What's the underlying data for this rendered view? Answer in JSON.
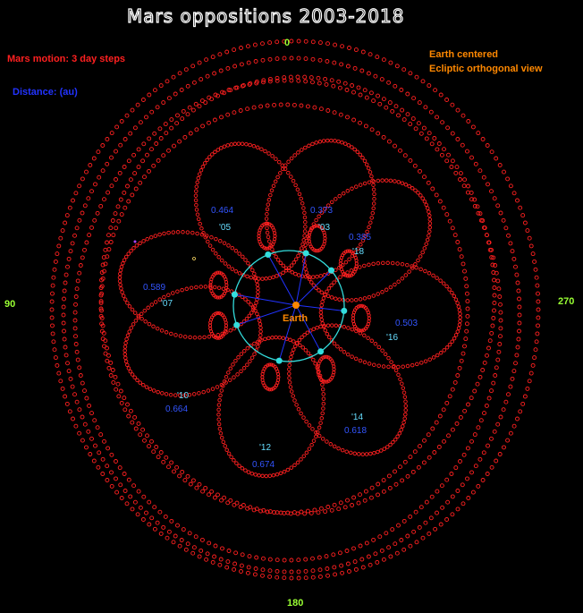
{
  "title": "Mars oppositions 2003-2018",
  "legend": {
    "motion": "Mars motion: 3 day steps",
    "distance": "Distance: (au)",
    "frame_line1": "Earth centered",
    "frame_line2": "Ecliptic orthogonal view"
  },
  "center_label": "Earth",
  "angles": {
    "top": "0",
    "left": "90",
    "bottom": "180",
    "right": "270"
  },
  "oppositions": [
    {
      "year": "'03",
      "distance": "0.373"
    },
    {
      "year": "'05",
      "distance": "0.464"
    },
    {
      "year": "'07",
      "distance": "0.589"
    },
    {
      "year": "'10",
      "distance": "0.664"
    },
    {
      "year": "'12",
      "distance": "0.674"
    },
    {
      "year": "'14",
      "distance": "0.618"
    },
    {
      "year": "'16",
      "distance": "0.503"
    },
    {
      "year": "'18",
      "distance": "0.385"
    }
  ],
  "colors": {
    "background": "#000000",
    "orbit_dots": "#ff2020",
    "earth_circle": "#33dddd",
    "opposition_dots": "#33dddd",
    "radial_lines": "#2233ff",
    "earth": "#ff8800",
    "angle_labels": "#99ff33",
    "distance_labels": "#3355ff",
    "year_labels": "#66ddff",
    "legend_motion": "#ff2020",
    "legend_distance": "#2233ff",
    "legend_frame": "#ff8800"
  }
}
